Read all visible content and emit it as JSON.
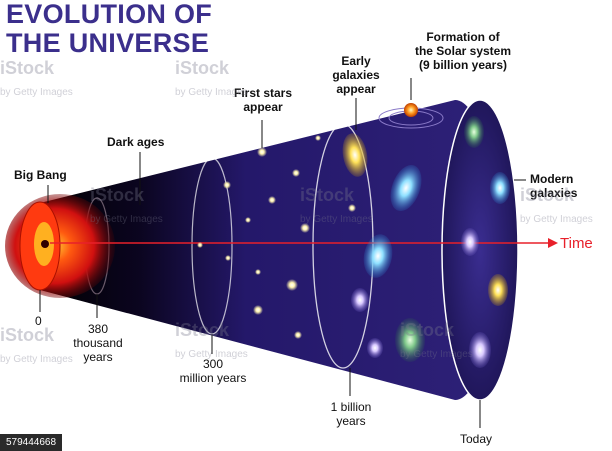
{
  "title": {
    "line1": "EVOLUTION OF",
    "line2": "THE UNIVERSE"
  },
  "labels": {
    "big_bang": "Big Bang",
    "dark_ages": "Dark ages",
    "first_stars": [
      "First stars",
      "appear"
    ],
    "early_galaxies": [
      "Early",
      "galaxies",
      "appear"
    ],
    "solar_system": [
      "Formation of",
      "the Solar system",
      "(9 billion years)"
    ],
    "modern_galaxies": [
      "Modern",
      "galaxies"
    ],
    "time": "Time"
  },
  "timeline": {
    "t0": "0",
    "t380": [
      "380",
      "thousand",
      "years"
    ],
    "t300": [
      "300",
      "million years"
    ],
    "t1b": [
      "1 billion",
      "years"
    ],
    "today": "Today"
  },
  "watermark": {
    "text": "iStock",
    "sub": "by Getty Images"
  },
  "stock_id": "579444668",
  "colors": {
    "title": "#3b2f8c",
    "arrow": "#e8202a",
    "cone": "#2d1f7a"
  }
}
